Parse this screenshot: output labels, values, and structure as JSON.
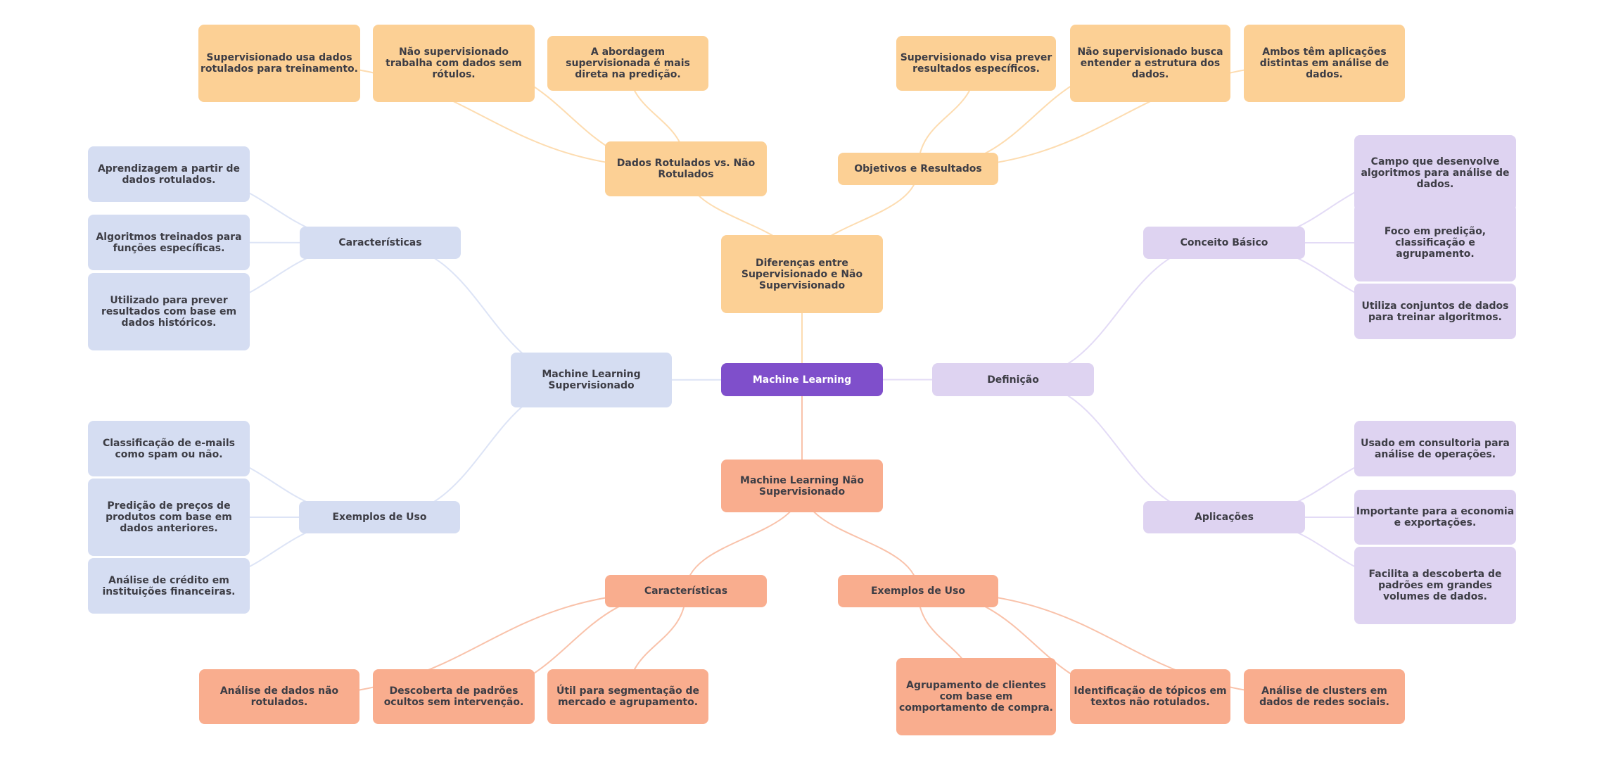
{
  "mindmap": {
    "title": "Machine Learning",
    "colors": {
      "root": "#7f4fcb",
      "differences_branch": "#fcd095",
      "supervised_branch": "#d5ddf2",
      "definition_branch": "#ded3f1",
      "unsupervised_branch": "#f9ad8e",
      "text": "#3d3d45",
      "root_text": "#ffffff"
    },
    "nodes": {
      "root": "Machine Learning",
      "diff": "Diferenças entre Supervisionado e Não Supervisionado",
      "diff_labels": "Dados Rotulados vs. Não Rotulados",
      "diff_labels_1": "Supervisionado usa dados rotulados para treinamento.",
      "diff_labels_2": "Não supervisionado trabalha com dados sem rótulos.",
      "diff_labels_3": "A abordagem supervisionada é mais direta na predição.",
      "diff_goals": "Objetivos e Resultados",
      "diff_goals_1": "Supervisionado visa prever resultados específicos.",
      "diff_goals_2": "Não supervisionado busca entender a estrutura dos dados.",
      "diff_goals_3": "Ambos têm aplicações distintas em análise de dados.",
      "sup": "Machine Learning Supervisionado",
      "sup_chars": "Características",
      "sup_chars_1": "Aprendizagem a partir de dados rotulados.",
      "sup_chars_2": "Algoritmos treinados para funções específicas.",
      "sup_chars_3": "Utilizado para prever resultados com base em dados históricos.",
      "sup_uses": "Exemplos de Uso",
      "sup_uses_1": "Classificação de e-mails como spam ou não.",
      "sup_uses_2": "Predição de preços de produtos com base em dados anteriores.",
      "sup_uses_3": "Análise de crédito em instituições financeiras.",
      "def": "Definição",
      "def_basic": "Conceito Básico",
      "def_basic_1": "Campo que desenvolve algoritmos para análise de dados.",
      "def_basic_2": "Foco em predição, classificação e agrupamento.",
      "def_basic_3": "Utiliza conjuntos de dados para treinar algoritmos.",
      "def_apps": "Aplicações",
      "def_apps_1": "Usado em consultoria para análise de operações.",
      "def_apps_2": "Importante para a economia e exportações.",
      "def_apps_3": "Facilita a descoberta de padrões em grandes volumes de dados.",
      "unsup": "Machine Learning Não Supervisionado",
      "unsup_chars": "Características",
      "unsup_chars_1": "Análise de dados não rotulados.",
      "unsup_chars_2": "Descoberta de padrões ocultos sem intervenção.",
      "unsup_chars_3": "Útil para segmentação de mercado e agrupamento.",
      "unsup_uses": "Exemplos de Uso",
      "unsup_uses_1": "Agrupamento de clientes com base em comportamento de compra.",
      "unsup_uses_2": "Identificação de tópicos em textos não rotulados.",
      "unsup_uses_3": "Análise de clusters em dados de redes sociais."
    }
  }
}
